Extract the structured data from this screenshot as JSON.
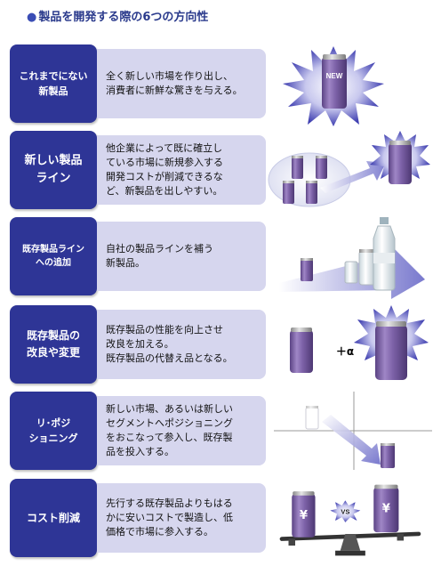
{
  "title": "製品を開発する際の6つの方向性",
  "directions": [
    {
      "label": "これまでにない\n新製品",
      "description": "全く新しい市場を作り出し、\n消費者に新鮮な驚きを与える。"
    },
    {
      "label": "新しい製品\nライン",
      "description": "他企業によって既に確立し\nている市場に新規参入する\n開発コストが削減できるな\nど、新製品を出しやすい。"
    },
    {
      "label": "既存製品ライン\nへの追加",
      "description": "自社の製品ラインを補う\n新製品。"
    },
    {
      "label": "既存製品の\n改良や変更",
      "description": "既存製品の性能を向上させ\n改良を加える。\n既存製品の代替え品となる。"
    },
    {
      "label": "リ･ポジ\nショニング",
      "description": "新しい市場、あるいは新しい\nセグメントへポジショニング\nをおこなって参入し、既存製\n品を投入する。"
    },
    {
      "label": "コスト削減",
      "description": "先行する既存製品よりもはる\nかに安いコストで製造し、低\n価格で市場に参入する。"
    }
  ],
  "illustrations": {
    "new_badge": "NEW",
    "plus_alpha": "＋α",
    "vs": "VS",
    "yen": "¥"
  },
  "colors": {
    "label_bg": "#2e3596",
    "desc_bg": "#d6d6ee",
    "can": "#7d62a8",
    "burst": "#4a4ab8",
    "arrow": "#7878cc"
  }
}
